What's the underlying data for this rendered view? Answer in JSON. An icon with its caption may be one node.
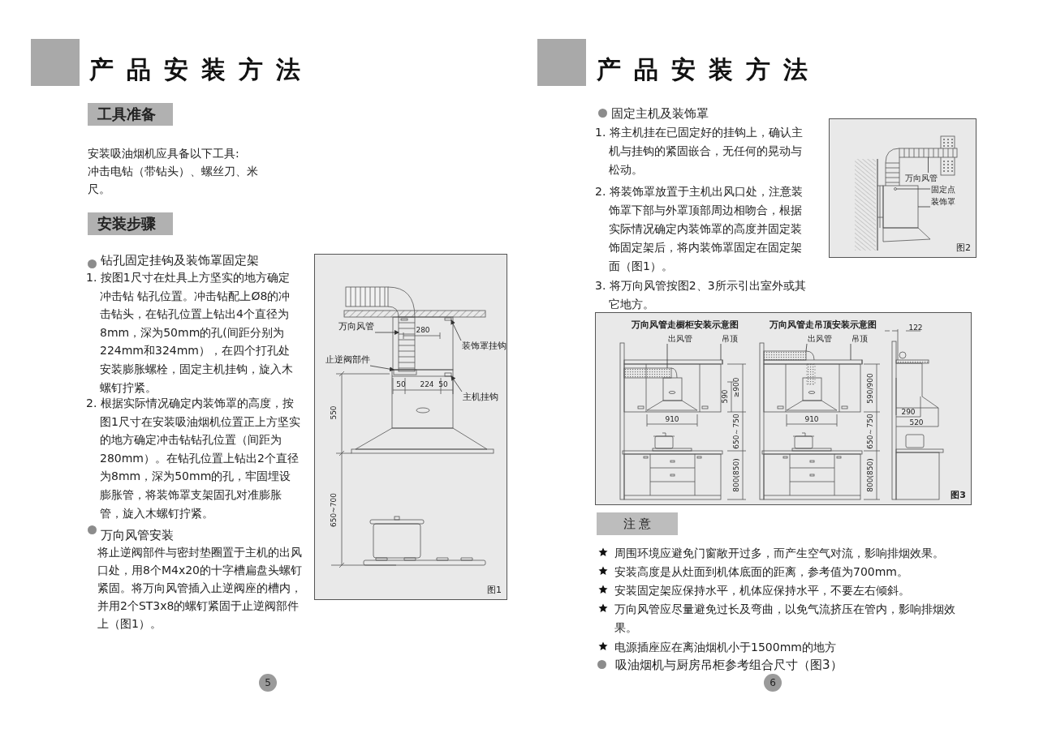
{
  "diagram": {
    "nodes": [
      {
        "text": [
          "图1"
        ]
      },
      {
        "text": [
          "万向风管"
        ],
        "in": 0
      },
      {
        "text": [
          "装饰罩挂钩"
        ],
        "in": 0
      },
      {
        "text": [
          "止逆阀部件"
        ],
        "in": 0
      },
      {
        "text": [
          "主机挂钩"
        ],
        "in": 0
      },
      {
        "text": [
          "图2"
        ]
      },
      {
        "text": [
          "万向风管"
        ],
        "in": 5
      },
      {
        "text": [
          "固定点"
        ],
        "in": 5
      },
      {
        "text": [
          "装饰罩"
        ],
        "in": 5
      },
      {
        "text": [
          "图3"
        ]
      },
      {
        "text": [
          "出风管"
        ],
        "in": 9
      },
      {
        "text": [
          "吊顶"
        ],
        "in": 9
      },
      {
        "text": [
          "出风管"
        ],
        "in": 9
      },
      {
        "text": [
          "吊顶"
        ],
        "in": 9
      },
      {
        "text": [],
        "shape": "box",
        "in": 0
      },
      {
        "text": [],
        "shape": "bar",
        "in": 0
      },
      {
        "text": [],
        "shape": "bar",
        "in": 0
      },
      {
        "text": [],
        "shape": "bar",
        "in": 0
      },
      {
        "text": [],
        "shape": "box",
        "in": 5
      },
      {
        "text": [],
        "shape": "circle",
        "in": 20
      },
      {
        "text": [],
        "shape": "box",
        "in": 5
      },
      {
        "text": [],
        "shape": "box",
        "in": 9
      },
      {
        "text": [],
        "shape": "bar",
        "in": 9
      },
      {
        "text": [],
        "shape": "box",
        "in": 9
      },
      {
        "text": [],
        "shape": "bar",
        "in": 9
      }
    ],
    "edges": [
      {
        "from": 1,
        "to": 14,
        "arrow": "to"
      },
      {
        "from": 2,
        "to": 15,
        "arrow": "to"
      },
      {
        "from": 3,
        "to": 16,
        "arrow": "to"
      },
      {
        "from": 4,
        "to": 17,
        "arrow": "to"
      },
      {
        "from": 6,
        "to": 18,
        "arrow": "none"
      },
      {
        "from": 7,
        "to": 19,
        "arrow": "none"
      },
      {
        "from": 8,
        "to": 20,
        "arrow": "none"
      },
      {
        "from": 10,
        "to": 21,
        "arrow": "none"
      },
      {
        "from": 11,
        "to": 22,
        "arrow": "none"
      },
      {
        "from": 12,
        "to": 23,
        "arrow": "none"
      },
      {
        "from": 13,
        "to": 24,
        "arrow": "none"
      }
    ],
    "labels": [
      "产品安装方法",
      "工具准备",
      "安装吸油烟机应具备以下工具:",
      "冲击电钻（带钻头）、螺丝刀、米尺。",
      "安装步骤",
      "钻孔固定挂钩及装饰罩固定架",
      "1. 按图1尺寸在灶具上方坚实的地方确定冲击钻 钻孔位置。冲击钻配上Ø8的冲击钻头，在钻孔位置上钻出4个直径为8mm，深为50mm的孔(间距分别为224mm和324mm），在四个打孔处安装膨胀螺栓，固定主机挂钩，旋入木螺钉拧紧。",
      "2. 根据实际情况确定内装饰罩的高度，按图1尺寸在安装吸油烟机位置正上方坚实的地方确定冲击钻钻孔位置（间距为280mm）。在钻孔位置上钻出2个直径为8mm，深为50mm的孔，牢固埋设膨胀管，将装饰罩支架固孔对准膨胀管，旋入木螺钉拧紧。",
      "万向风管安装",
      "将止逆阀部件与密封垫圈置于主机的出风口处，用8个M4x20的十字槽扁盘头螺钉紧固。将万向风管插入止逆阀座的槽内，并用2个ST3x8的螺钉紧固于止逆阀部件上（图1）。",
      "5",
      "产品安装方法",
      "固定主机及装饰罩",
      "1. 将主机挂在已固定好的挂钩上，确认主机与挂钩的紧固嵌合，无任何的晃动与松动。",
      "2. 将装饰罩放置于主机出风口处，注意装饰罩下部与外罩顶部周边相吻合，根据实际情况确定内装饰罩的高度并固定装饰固定架后，将内装饰罩固定在固定架面（图1）。",
      "3. 将万向风管按图2、3所示引出室外或其它地方。",
      "注 意",
      "周围环境应避免门窗敞开过多，而产生空气对流，影响排烟效果。",
      "安装高度是从灶面到机体底面的距离，参考值为700mm。",
      "安装固定架应保持水平，机体应保持水平，不要左右倾斜。",
      "万向风管应尽量避免过长及弯曲，以免气流挤压在管内，影响排烟效果。",
      "电源插座应在离油烟机小于1500mm的地方",
      "吸油烟机与厨房吊柜参考组合尺寸（图3）",
      "6",
      "280",
      "50",
      "224",
      "50",
      "550",
      "650~700",
      "万向风管走橱柜安装示意图",
      "万向风管走吊顶安装示意图",
      "122",
      "590",
      "≥900",
      "910",
      "650～750",
      "800(850)",
      "590/900",
      "910",
      "650～750",
      "800(850)",
      "290",
      "520"
    ]
  }
}
